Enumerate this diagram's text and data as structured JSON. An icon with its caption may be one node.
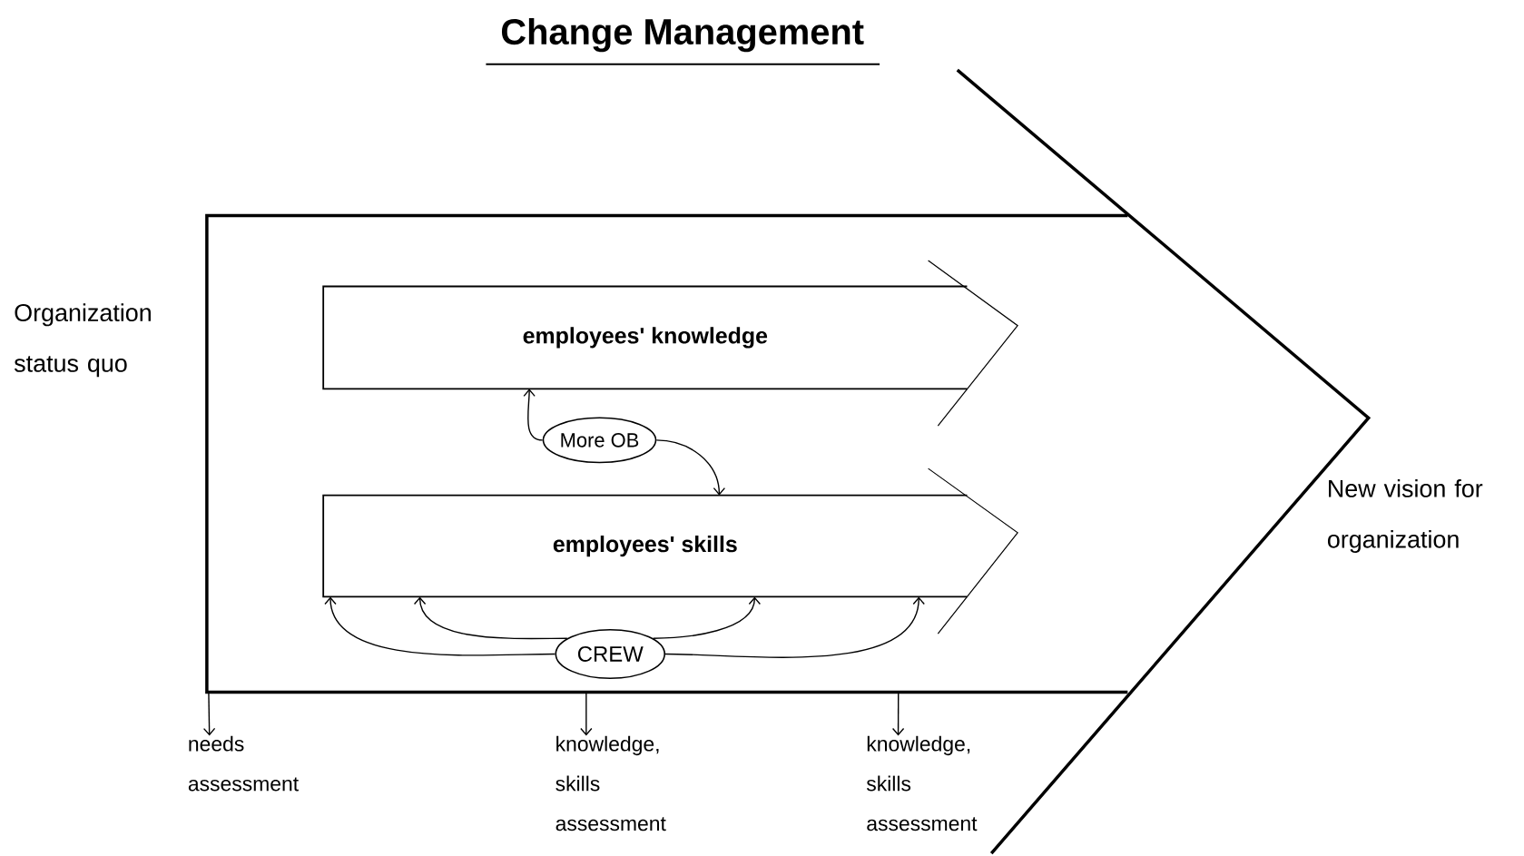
{
  "diagram": {
    "title": "Change Management",
    "nodes": [
      {
        "text": [],
        "shape": "arrow"
      },
      {
        "text": [
          "employees' knowledge"
        ],
        "in": 0
      },
      {
        "text": [
          "More OB"
        ],
        "in": 0
      },
      {
        "text": [
          "employees' skills"
        ],
        "in": 0
      },
      {
        "text": [
          "CREW"
        ],
        "in": 0
      },
      {
        "text": [
          "needs assessment"
        ]
      },
      {
        "text": [
          "knowledge, skills assessment"
        ]
      },
      {
        "text": [
          "knowledge, skills assessment"
        ]
      }
    ],
    "edges": [
      {
        "from": 2,
        "to": 1,
        "arrow": "to"
      },
      {
        "from": 2,
        "to": 3,
        "arrow": "to"
      },
      {
        "from": 4,
        "to": 3,
        "arrow": "to"
      },
      {
        "from": 4,
        "to": 3,
        "arrow": "to"
      },
      {
        "from": 4,
        "to": 3,
        "arrow": "to"
      },
      {
        "from": 4,
        "to": 3,
        "arrow": "to"
      },
      {
        "from": 0,
        "to": 5,
        "arrow": "to"
      },
      {
        "from": 0,
        "to": 6,
        "arrow": "to"
      },
      {
        "from": 0,
        "to": 7,
        "arrow": "to"
      }
    ],
    "labels": [
      "Organization status quo",
      "New vision for organization"
    ]
  }
}
